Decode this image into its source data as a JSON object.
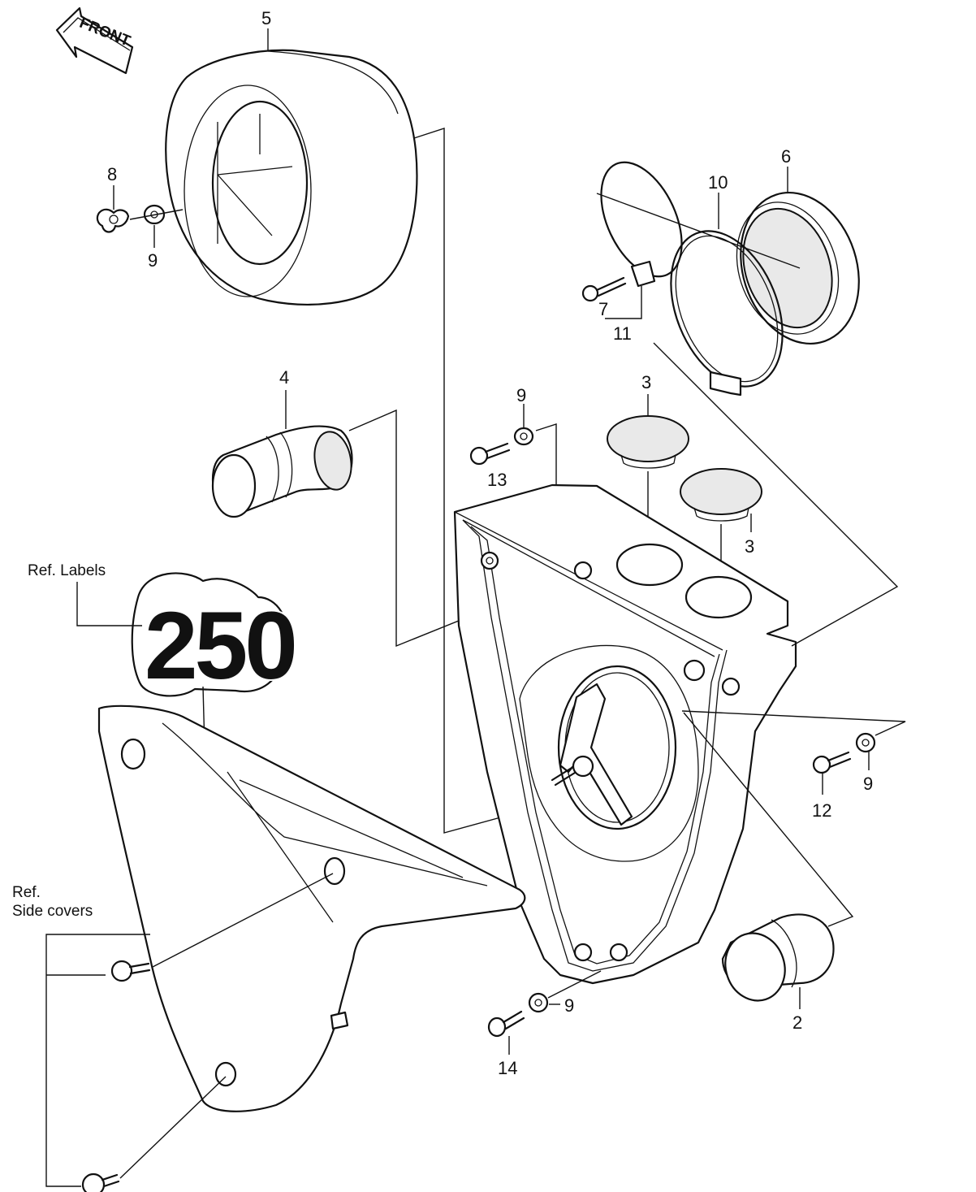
{
  "front_label": "FRONT",
  "label_250": "250",
  "ref_labels": "Ref. Labels",
  "ref_side_covers_line1": "Ref.",
  "ref_side_covers_line2": "Side covers",
  "callouts": {
    "c5": "5",
    "c8": "8",
    "c9a": "9",
    "c6": "6",
    "c10": "10",
    "c7": "7",
    "c11": "11",
    "c4": "4",
    "c9b": "9",
    "c13": "13",
    "c3a": "3",
    "c3b": "3",
    "c9c": "9",
    "c12": "12",
    "c9d": "9",
    "c14": "14",
    "c2": "2"
  }
}
